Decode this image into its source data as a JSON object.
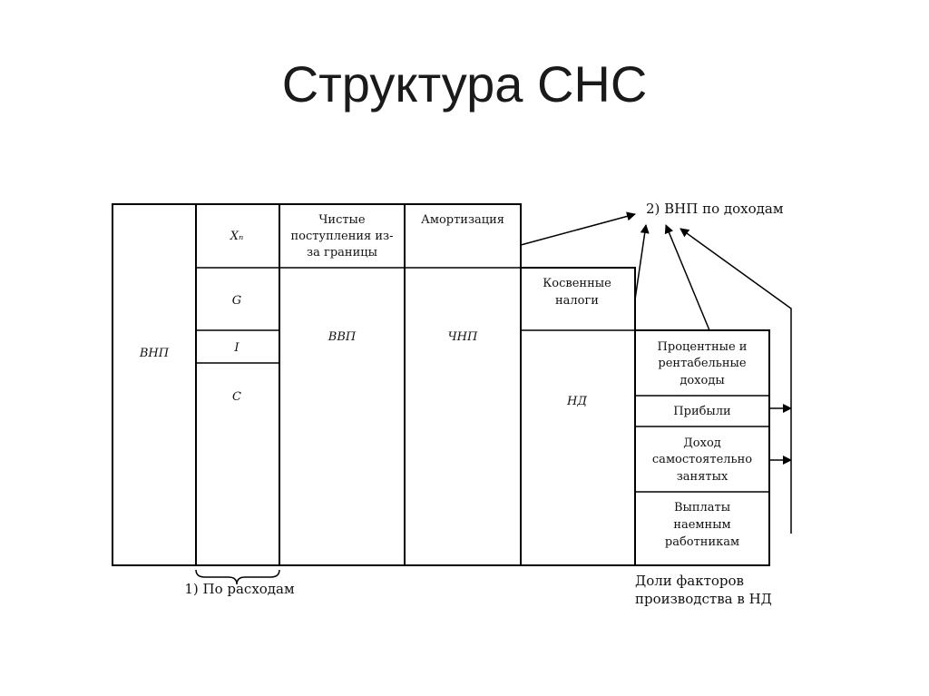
{
  "title": "Структура СНС",
  "columns": {
    "gnp": "ВНП",
    "xn": "Xₙ",
    "g": "G",
    "i": "I",
    "c": "C",
    "net_income_line1": "Чистые",
    "net_income_line2": "поступления из-",
    "net_income_line3": "за границы",
    "gdp": "ВВП",
    "amortization": "Амортизация",
    "nnp": "ЧНП",
    "indirect_line1": "Косвенные",
    "indirect_line2": "налоги",
    "ni": "НД"
  },
  "factors": {
    "interest_line1": "Процентные и",
    "interest_line2": "рентабельные",
    "interest_line3": "доходы",
    "profits": "Прибыли",
    "self_line1": "Доход",
    "self_line2": "самостоятельно",
    "self_line3": "занятых",
    "wages_line1": "Выплаты",
    "wages_line2": "наемным",
    "wages_line3": "работникам"
  },
  "labels": {
    "by_expenditure": "1) По расходам",
    "by_income": "2) ВНП по доходам",
    "shares_line1": "Доли факторов",
    "shares_line2": "производства в НД"
  }
}
